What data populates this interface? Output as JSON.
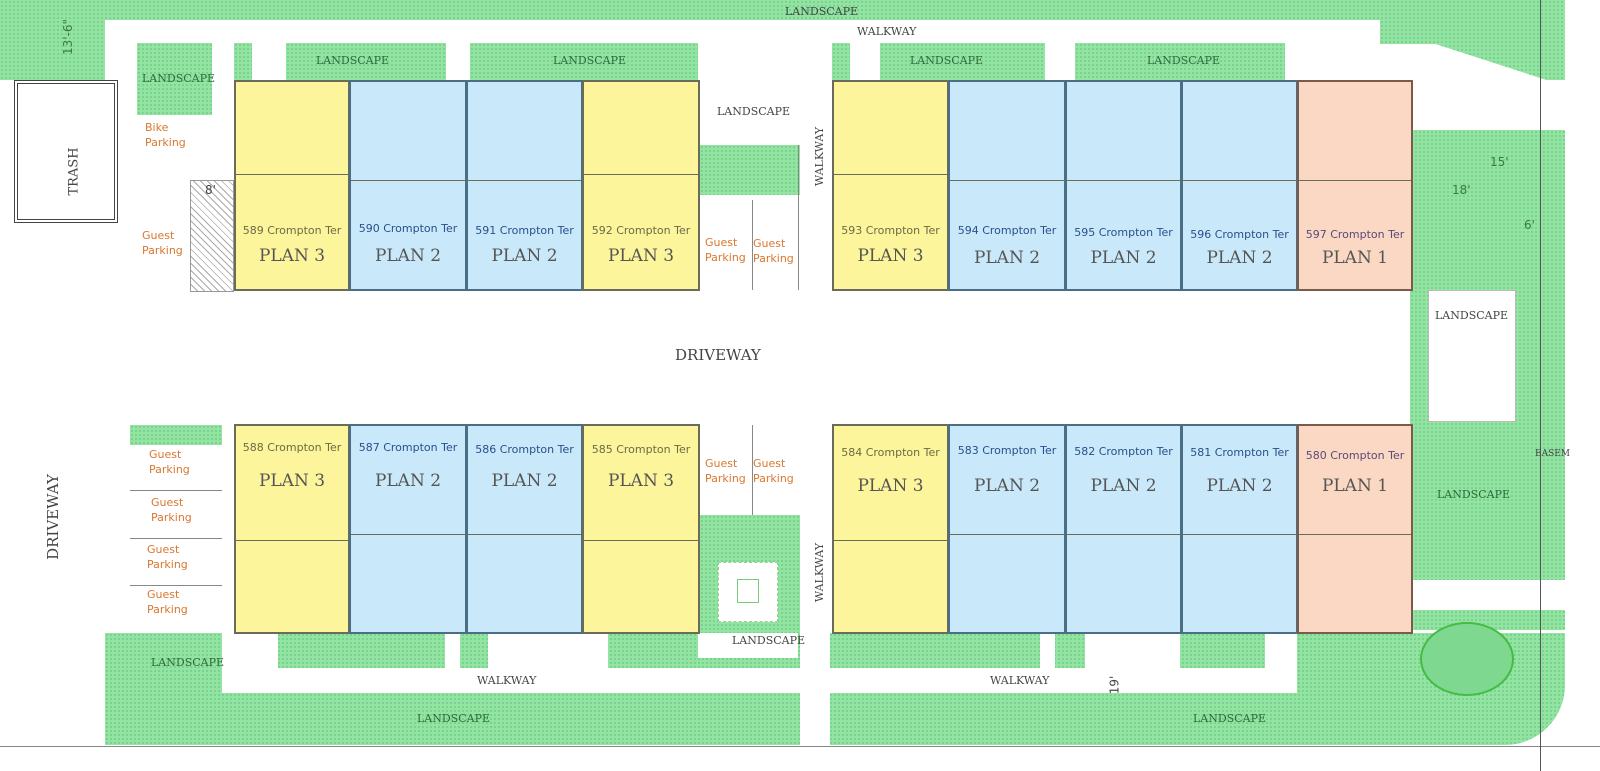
{
  "labels": {
    "driveway": "DRIVEWAY",
    "walkway": "WALKWAY",
    "landscape": "LANDSCAPE",
    "trash": "TRASH",
    "bike_parking": "Bike Parking",
    "guest_parking": "Guest Parking",
    "easement": "EASEM"
  },
  "dimensions": [
    "13'-6\"",
    "8'",
    "15'",
    "18'",
    "6'",
    "19'"
  ],
  "top_row": [
    {
      "address": "589 Crompton Ter",
      "plan": "PLAN 3"
    },
    {
      "address": "590 Crompton Ter",
      "plan": "PLAN 2"
    },
    {
      "address": "591 Crompton Ter",
      "plan": "PLAN 2"
    },
    {
      "address": "592 Crompton Ter",
      "plan": "PLAN 3"
    },
    {
      "address": "593 Crompton Ter",
      "plan": "PLAN 3"
    },
    {
      "address": "594 Crompton Ter",
      "plan": "PLAN 2"
    },
    {
      "address": "595 Crompton Ter",
      "plan": "PLAN 2"
    },
    {
      "address": "596 Crompton Ter",
      "plan": "PLAN 2"
    },
    {
      "address": "597 Crompton Ter",
      "plan": "PLAN 1"
    }
  ],
  "bottom_row": [
    {
      "address": "588 Crompton Ter",
      "plan": "PLAN 3"
    },
    {
      "address": "587 Crompton Ter",
      "plan": "PLAN 2"
    },
    {
      "address": "586 Crompton Ter",
      "plan": "PLAN 2"
    },
    {
      "address": "585 Crompton Ter",
      "plan": "PLAN 3"
    },
    {
      "address": "584 Crompton Ter",
      "plan": "PLAN 3"
    },
    {
      "address": "583 Crompton Ter",
      "plan": "PLAN 2"
    },
    {
      "address": "582 Crompton Ter",
      "plan": "PLAN 2"
    },
    {
      "address": "581 Crompton Ter",
      "plan": "PLAN 2"
    },
    {
      "address": "580 Crompton Ter",
      "plan": "PLAN 1"
    }
  ],
  "colors": {
    "plan1": "#fbd8c4",
    "plan2": "#c9e9fa",
    "plan3": "#fdf59b",
    "landscape": "#93e3a2"
  }
}
